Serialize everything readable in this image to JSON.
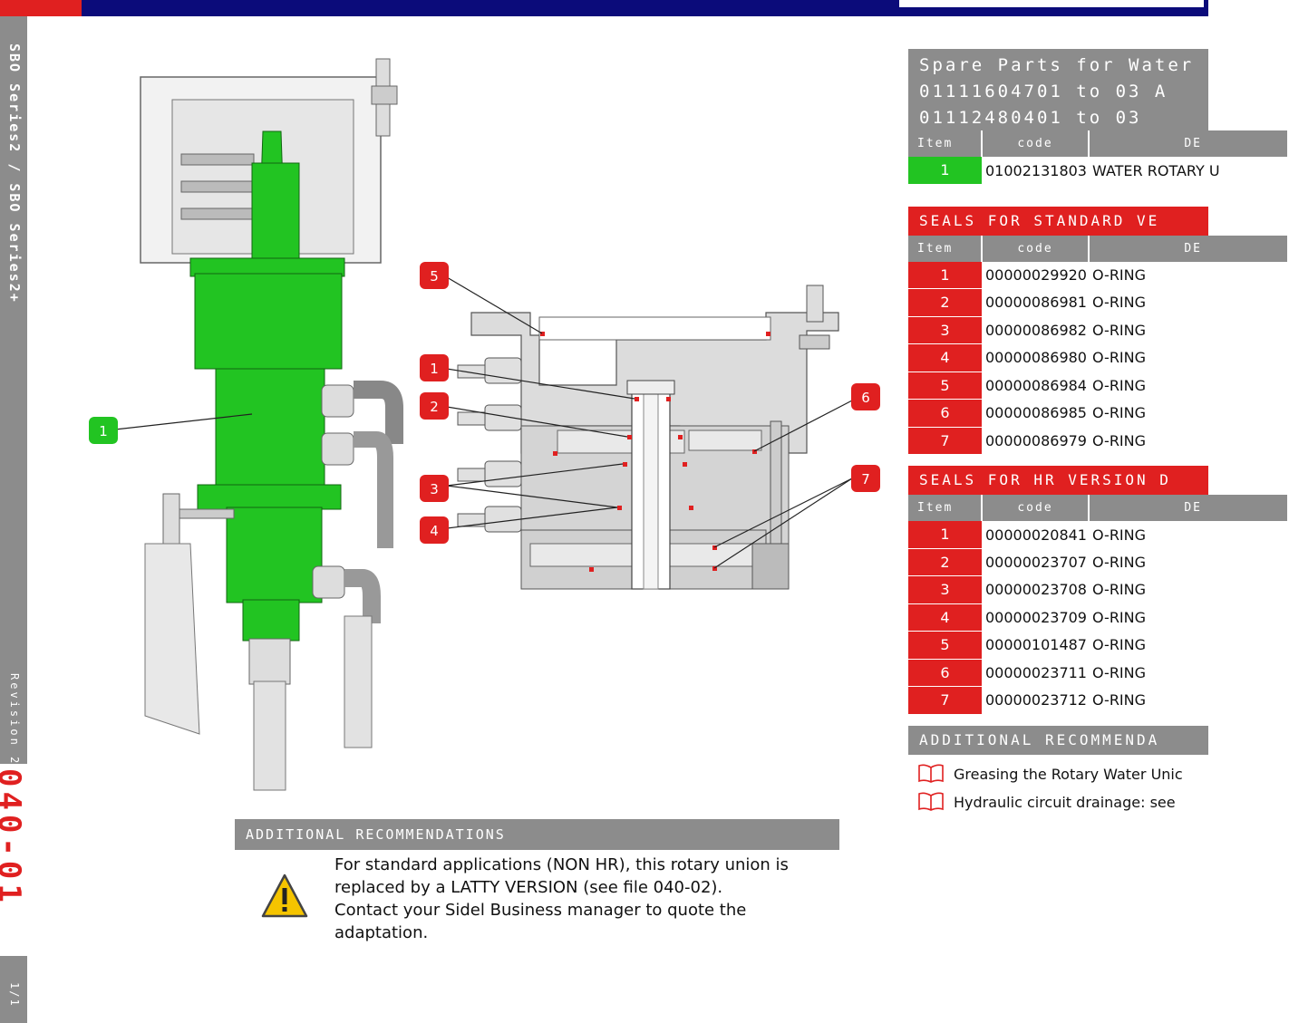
{
  "sidebar": {
    "series": "SBO Series2 / SBO Series2+",
    "revision": "Revision 2",
    "doc_code": "040-01",
    "page": "1/1"
  },
  "callouts": [
    "1",
    "5",
    "1",
    "2",
    "3",
    "4",
    "6",
    "7"
  ],
  "bottom_recommendations": {
    "title": "ADDITIONAL RECOMMENDATIONS",
    "lines": [
      "For standard applications (NON HR), this rotary union is",
      "replaced by a LATTY VERSION (see file 040-02).",
      "Contact your Sidel Business manager to quote the",
      "adaptation."
    ]
  },
  "spare_parts": {
    "title_lines": [
      "Spare Parts for Water",
      "01111604701 to 03 A",
      "01112480401 to 03"
    ],
    "columns": [
      "Item",
      "code",
      "DE"
    ],
    "rows": [
      {
        "item": "1",
        "code": "01002131803",
        "desc": "WATER ROTARY U"
      }
    ]
  },
  "seals_standard": {
    "title": "SEALS FOR STANDARD VE",
    "columns": [
      "Item",
      "code",
      "DE"
    ],
    "rows": [
      {
        "item": "1",
        "code": "00000029920",
        "desc": "O-RING"
      },
      {
        "item": "2",
        "code": "00000086981",
        "desc": "O-RING"
      },
      {
        "item": "3",
        "code": "00000086982",
        "desc": "O-RING"
      },
      {
        "item": "4",
        "code": "00000086980",
        "desc": "O-RING"
      },
      {
        "item": "5",
        "code": "00000086984",
        "desc": "O-RING"
      },
      {
        "item": "6",
        "code": "00000086985",
        "desc": "O-RING"
      },
      {
        "item": "7",
        "code": "00000086979",
        "desc": "O-RING"
      }
    ]
  },
  "seals_hr": {
    "title": "SEALS FOR HR VERSION D",
    "columns": [
      "Item",
      "code",
      "DE"
    ],
    "rows": [
      {
        "item": "1",
        "code": "00000020841",
        "desc": "O-RING"
      },
      {
        "item": "2",
        "code": "00000023707",
        "desc": "O-RING"
      },
      {
        "item": "3",
        "code": "00000023708",
        "desc": "O-RING"
      },
      {
        "item": "4",
        "code": "00000023709",
        "desc": "O-RING"
      },
      {
        "item": "5",
        "code": "00000101487",
        "desc": "O-RING"
      },
      {
        "item": "6",
        "code": "00000023711",
        "desc": "O-RING"
      },
      {
        "item": "7",
        "code": "00000023712",
        "desc": "O-RING"
      }
    ]
  },
  "right_recommendations": {
    "title": "ADDITIONAL RECOMMENDA",
    "items": [
      "Greasing the Rotary Water Unic",
      "Hydraulic circuit drainage: see"
    ]
  },
  "colors": {
    "red": "#e02020",
    "green": "#22c422",
    "gray": "#8c8c8c",
    "navy": "#0b0b7a"
  }
}
